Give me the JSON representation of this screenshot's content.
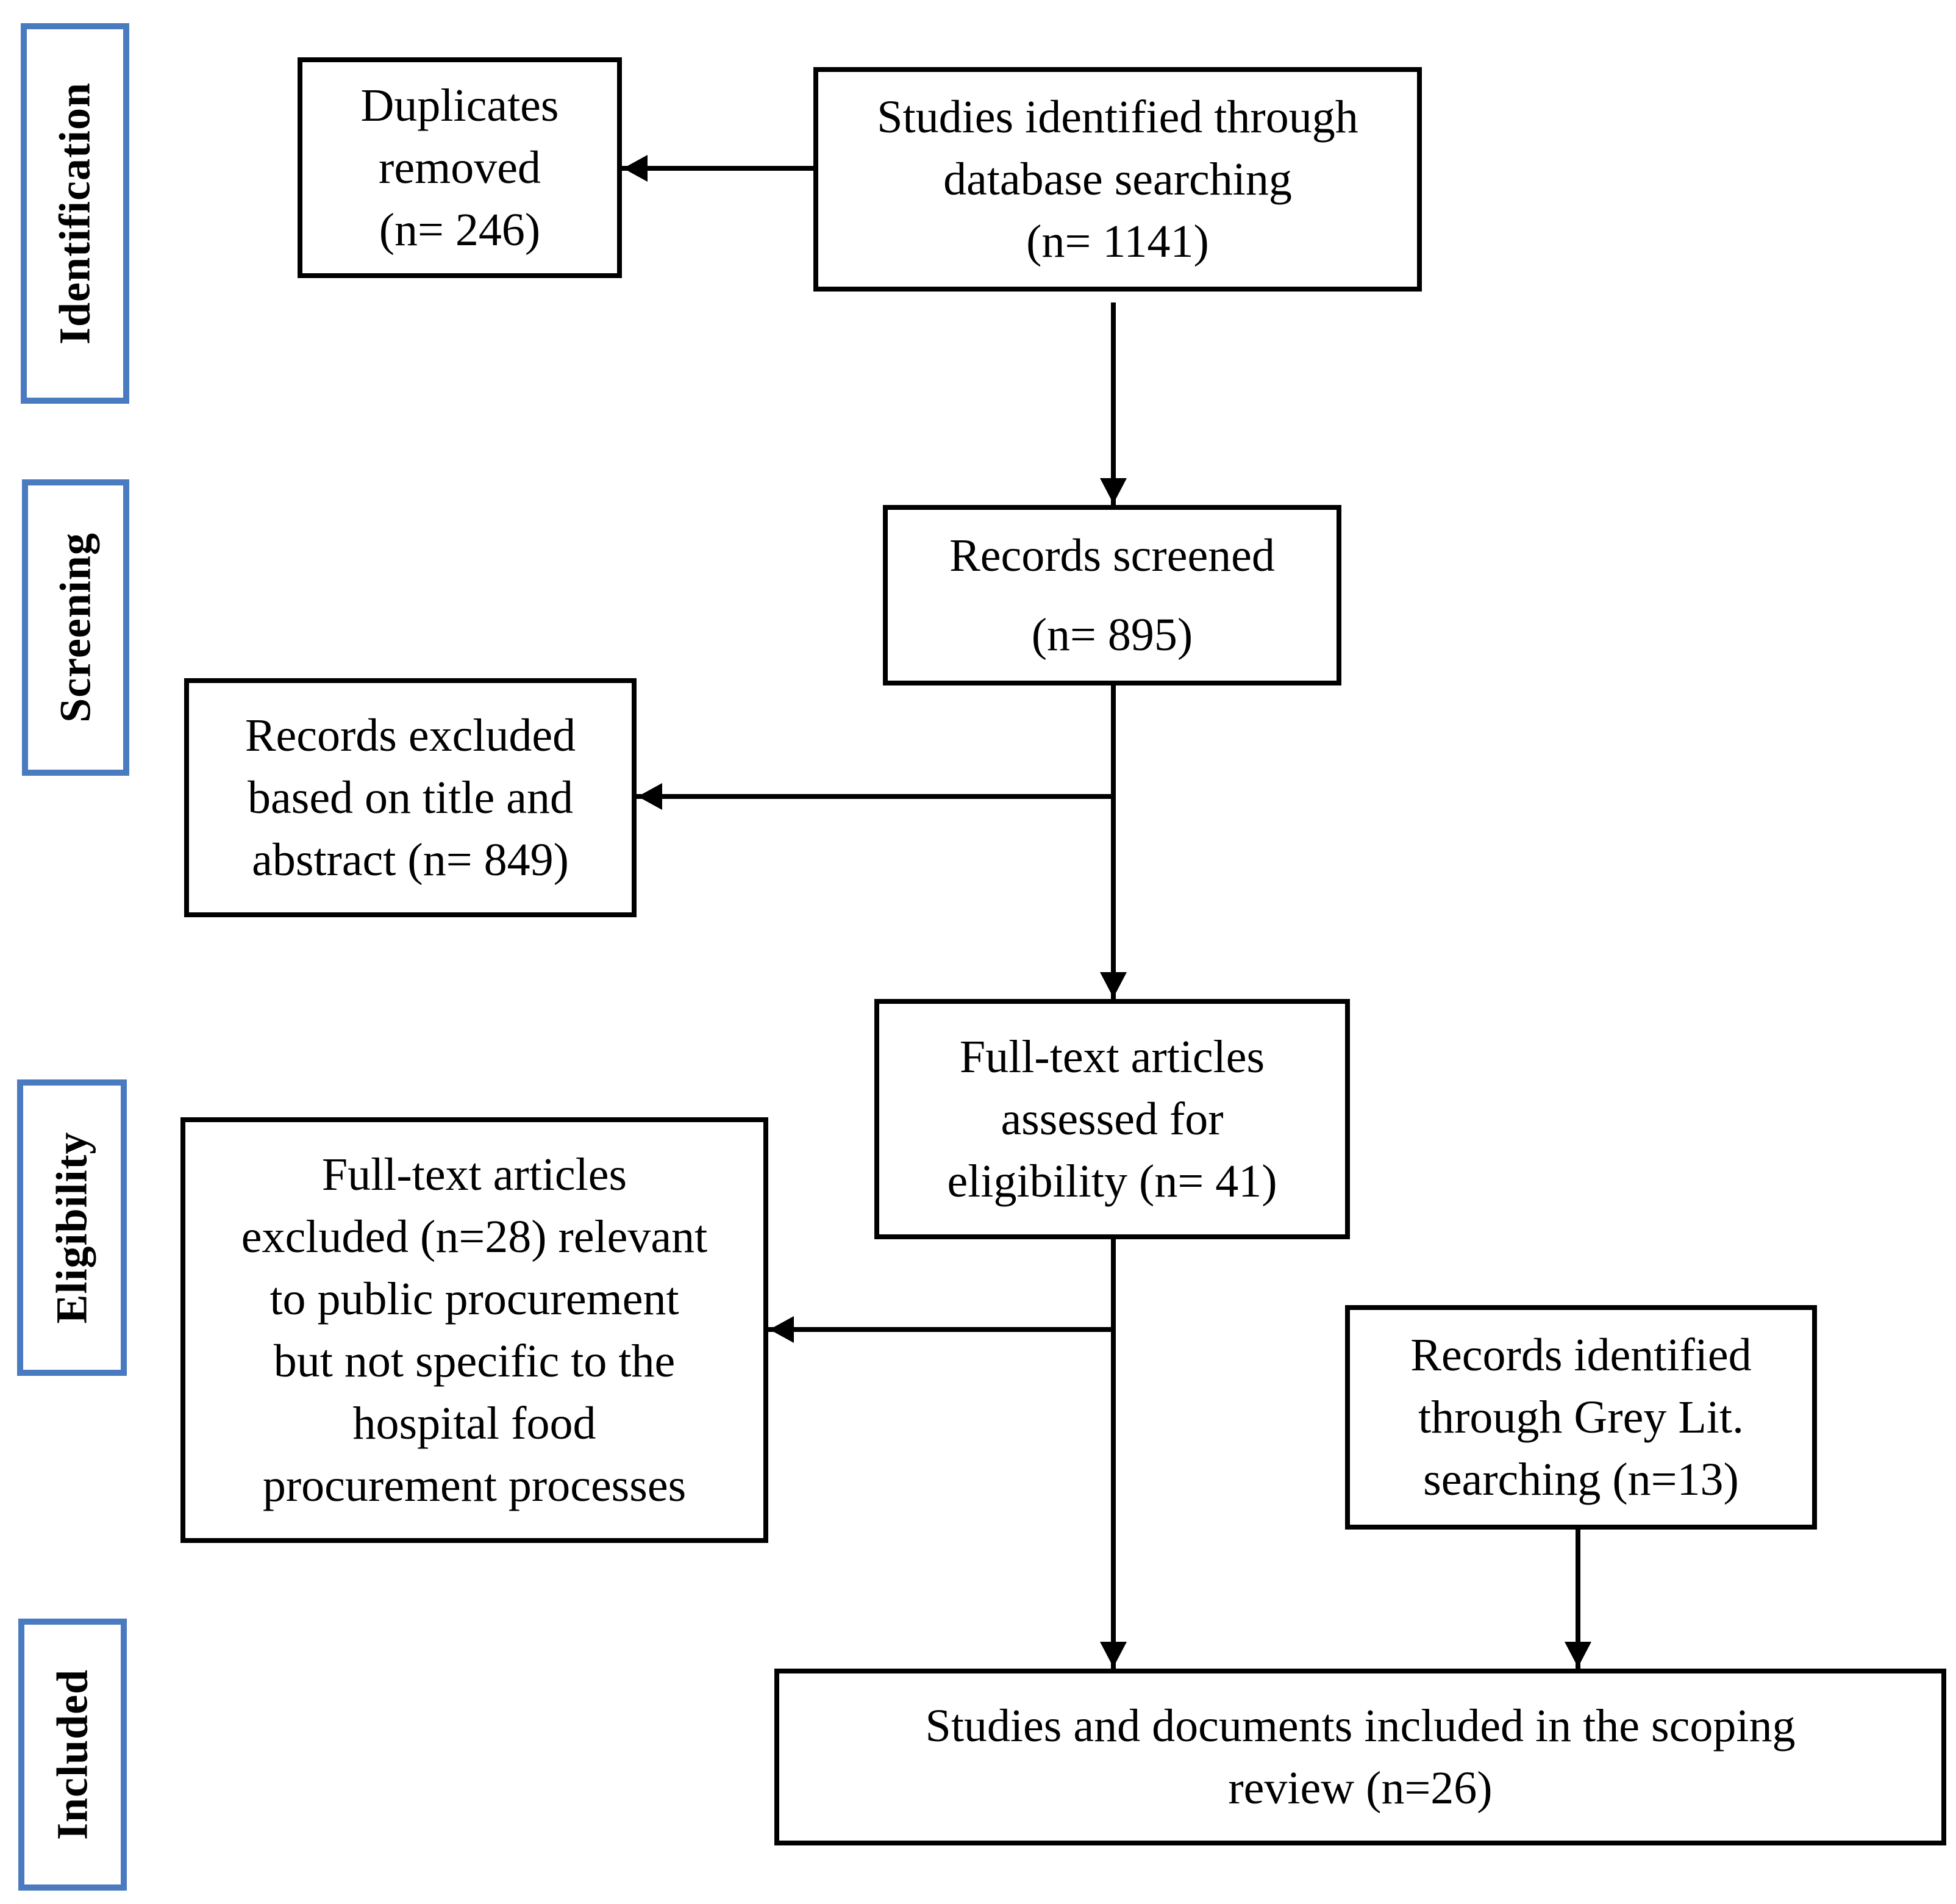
{
  "stages": {
    "identification": "Identification",
    "screening": "Screening",
    "eligibility": "Eligibility",
    "included": "Included"
  },
  "boxes": {
    "database_search": [
      "Studies identified through",
      "database searching",
      "(n= 1141)"
    ],
    "duplicates": [
      "Duplicates",
      "removed",
      "(n= 246)"
    ],
    "screened": [
      "Records screened",
      "(n= 895)"
    ],
    "excluded_title": [
      "Records excluded",
      "based on title and",
      "abstract (n= 849)"
    ],
    "fulltext": [
      "Full-text articles",
      "assessed for",
      "eligibility  (n= 41)"
    ],
    "fulltext_excluded": [
      "Full-text articles",
      "excluded (n=28) relevant",
      "to public procurement",
      "but not specific to the",
      "hospital food",
      "procurement processes"
    ],
    "grey_lit": [
      "Records identified",
      "through Grey Lit.",
      "searching (n=13)"
    ],
    "included": [
      "Studies and documents included in the scoping",
      "review (n=26)"
    ]
  },
  "colors": {
    "stage_border": "#4a7bc0",
    "box_border": "#000000"
  }
}
